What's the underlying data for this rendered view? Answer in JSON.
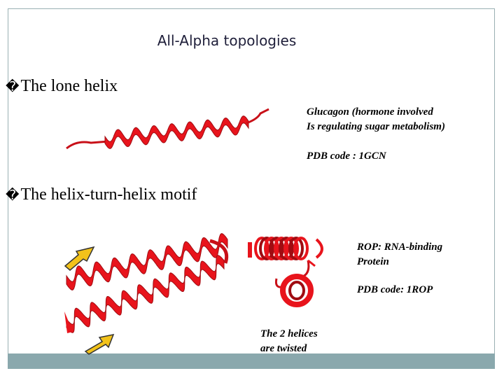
{
  "slide": {
    "title": "All-Alpha topologies",
    "bullets": [
      {
        "glyph": "�",
        "text": "The lone helix"
      },
      {
        "glyph": "�",
        "text": "The helix-turn-helix motif"
      }
    ],
    "glucagon": {
      "line1": "Glucagon (hormone involved",
      "line2": "Is regulating sugar metabolism)",
      "pdb": "PDB code : 1GCN"
    },
    "rop": {
      "line1": "ROP: RNA-binding",
      "line2": "Protein",
      "pdb": "PDB code: 1ROP"
    },
    "twist_note": {
      "line1": "The 2 helices",
      "line2": "are twisted"
    },
    "colors": {
      "helix": "#e8141c",
      "arrow": "#f2c21a",
      "footer": "#8aa8ad"
    }
  }
}
